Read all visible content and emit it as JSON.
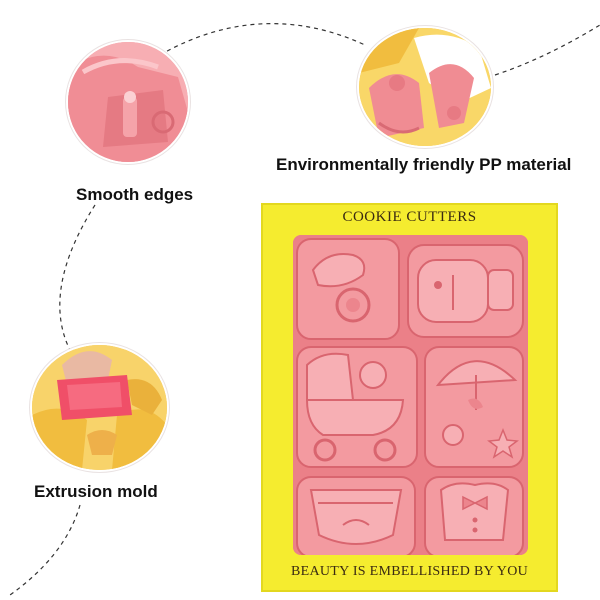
{
  "features": {
    "smooth_edges": "Smooth edges",
    "pp_material": "Environmentally friendly PP material",
    "extrusion_mold": "Extrusion mold"
  },
  "box": {
    "title": "COOKIE CUTTERS",
    "tagline": "BEAUTY IS EMBELLISHED BY YOU"
  },
  "colors": {
    "cutter_pink": "#f08c93",
    "box_yellow": "#f5ec2f",
    "cookie_yellow": "#f6c64f"
  },
  "cutter_shapes": [
    "pacifier",
    "baby-bottle",
    "baby-carriage",
    "umbrella-moon-sun",
    "diaper",
    "baby-onesie"
  ]
}
